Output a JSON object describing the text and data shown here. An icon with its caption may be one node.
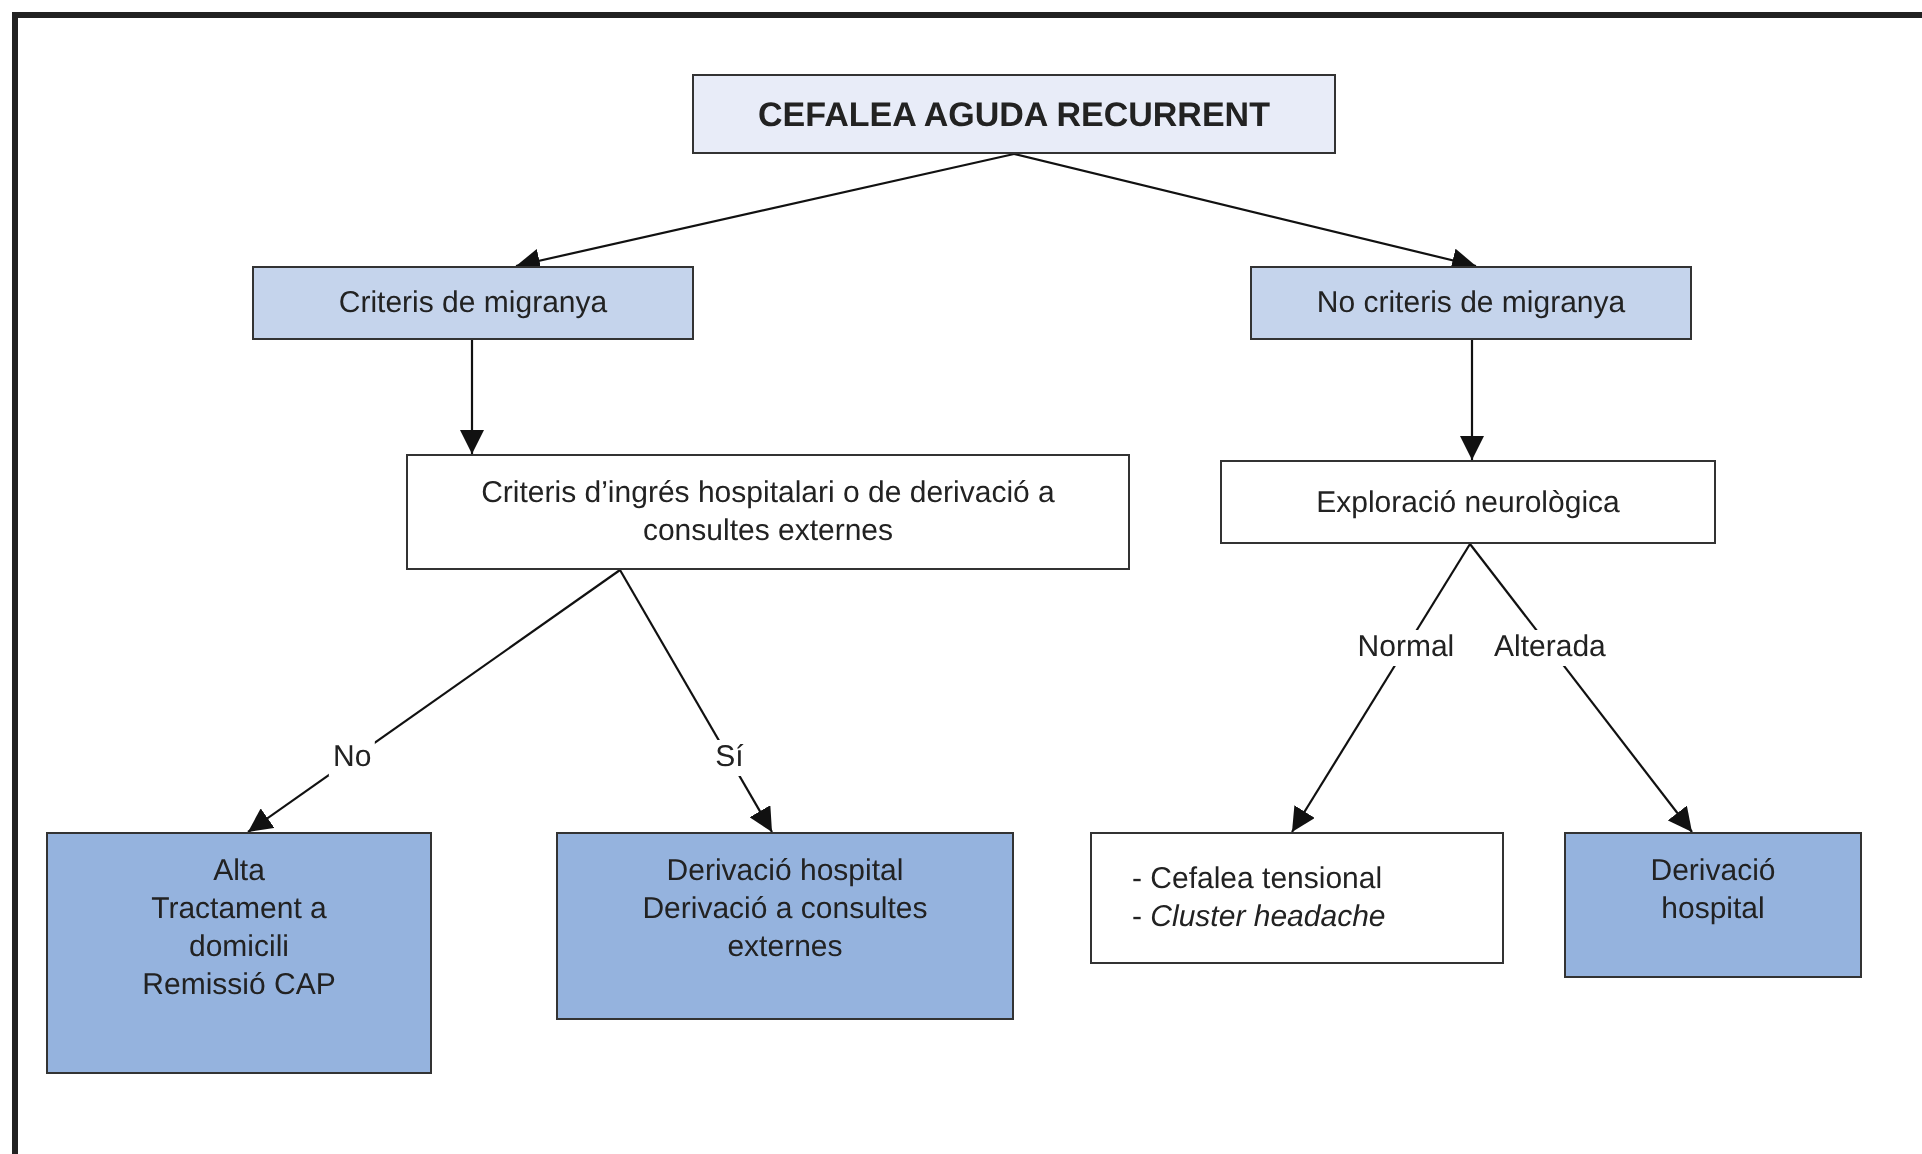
{
  "diagram": {
    "nodes": [
      {
        "text": [
          "CEFALEA AGUDA RECURRENT"
        ]
      },
      {
        "text": [
          "Criteris de migranya"
        ]
      },
      {
        "text": [
          "No criteris de migranya"
        ]
      },
      {
        "text": [
          "Criteris d’ingrés hospitalari o de derivació a consultes externes"
        ]
      },
      {
        "text": [
          "Exploració neurològica"
        ]
      },
      {
        "text": [
          "Alta",
          "Tractament a domicili",
          "Remissió CAP"
        ]
      },
      {
        "text": [
          "Derivació hospital",
          "Derivació a consultes externes"
        ]
      },
      {
        "text": [
          "- Cefalea tensional",
          "- *Cluster headache*"
        ]
      },
      {
        "text": [
          "Derivació hospital"
        ]
      }
    ],
    "edges": [
      {
        "from": 0,
        "to": 1,
        "arrow": "to"
      },
      {
        "from": 0,
        "to": 2,
        "arrow": "to"
      },
      {
        "from": 1,
        "to": 3,
        "arrow": "to"
      },
      {
        "from": 2,
        "to": 4,
        "arrow": "to"
      },
      {
        "from": 3,
        "to": 5,
        "arrow": "to",
        "label": "No"
      },
      {
        "from": 3,
        "to": 6,
        "arrow": "to",
        "label": "Sí"
      },
      {
        "from": 4,
        "to": 7,
        "arrow": "to",
        "label": "Normal"
      },
      {
        "from": 4,
        "to": 8,
        "arrow": "to",
        "label": "Alterada"
      }
    ]
  }
}
